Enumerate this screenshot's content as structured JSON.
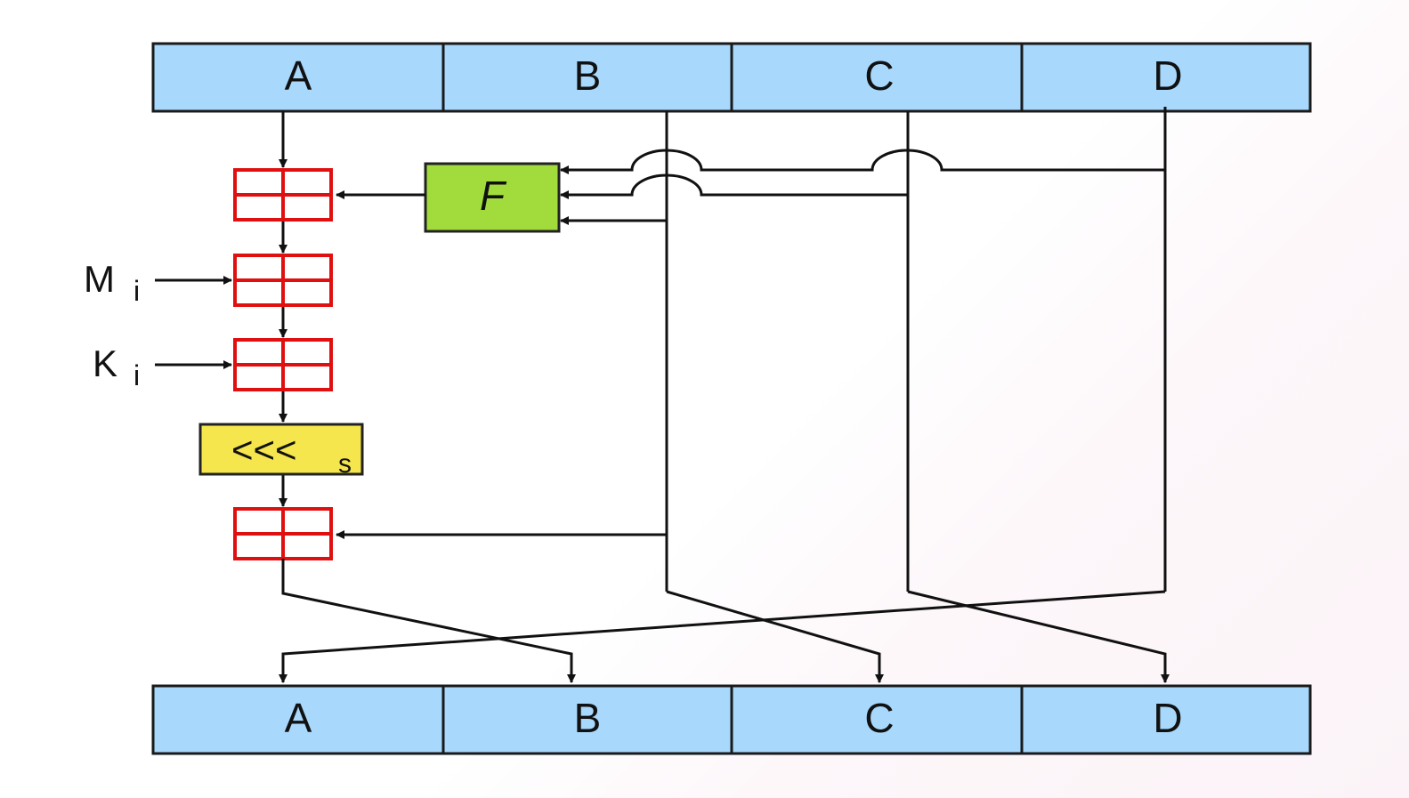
{
  "registers_top": [
    {
      "label": "A"
    },
    {
      "label": "B"
    },
    {
      "label": "C"
    },
    {
      "label": "D"
    }
  ],
  "registers_bottom": [
    {
      "label": "A"
    },
    {
      "label": "B"
    },
    {
      "label": "C"
    },
    {
      "label": "D"
    }
  ],
  "function_box": {
    "label": "F"
  },
  "rotate_box": {
    "label": "<<<",
    "subscript": "s"
  },
  "inputs": {
    "message": {
      "label": "M",
      "subscript": "i"
    },
    "key": {
      "label": "K",
      "subscript": "i"
    }
  },
  "colors": {
    "register_fill": "#a8d8fc",
    "function_fill": "#a2dc3c",
    "rotate_fill": "#f4e64c",
    "adder_stroke": "#e01010"
  }
}
